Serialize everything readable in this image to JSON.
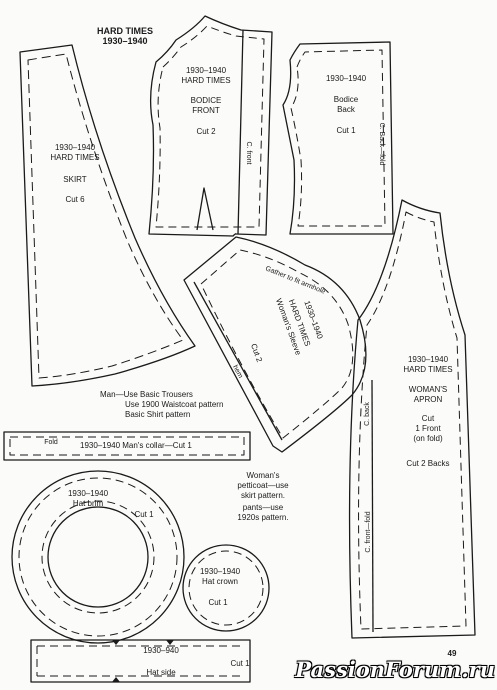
{
  "page": {
    "title": "HARD TIMES",
    "title_years": "1930–1940",
    "page_number": "49",
    "watermark": "PassionForum.ru"
  },
  "pieces": {
    "skirt": {
      "years": "1930–1940",
      "name1": "HARD TIMES",
      "name2": "SKIRT",
      "cut": "Cut 6"
    },
    "bodice_front": {
      "years": "1930–1940",
      "name1": "HARD TIMES",
      "name2": "BODICE",
      "name3": "FRONT",
      "cut": "Cut 2",
      "edge": "C. front"
    },
    "bodice_back": {
      "years": "1930–1940",
      "name1": "Bodice",
      "name2": "Back",
      "cut": "Cut 1",
      "edge": "C. Back—fold"
    },
    "sleeve": {
      "years": "1930–1940",
      "name1": "HARD TIMES",
      "name2": "Woman's Sleeve",
      "cut": "Cut 2",
      "gather": "Gather to fit armhole",
      "hem": "hem"
    },
    "apron": {
      "years": "1930–1940",
      "name1": "HARD TIMES",
      "name2": "WOMAN'S",
      "name3": "APRON",
      "cut1": "Cut",
      "cut2": "1 Front",
      "cut3": "(on fold)",
      "cut4": "Cut 2 Backs",
      "edge_back": "C. back",
      "edge_front": "C. front—fold"
    },
    "collar": {
      "fold": "Fold",
      "label": "1930–1940  Man's collar—Cut 1"
    },
    "hat_brim": {
      "years": "1930–1940",
      "name": "Hat brim",
      "cut": "Cut 1"
    },
    "hat_crown": {
      "years": "1930–1940",
      "name": "Hat crown",
      "cut": "Cut 1"
    },
    "hat_side": {
      "years": "1930–940",
      "name": "Hat side",
      "cut": "Cut 1"
    }
  },
  "notes": {
    "man": [
      "Man—Use Basic Trousers",
      "Use 1900 Waistcoat pattern",
      "Basic Shirt pattern"
    ],
    "woman": [
      "Woman's",
      "petticoat—use",
      "skirt pattern.",
      "pants—use",
      "1920s pattern."
    ]
  }
}
